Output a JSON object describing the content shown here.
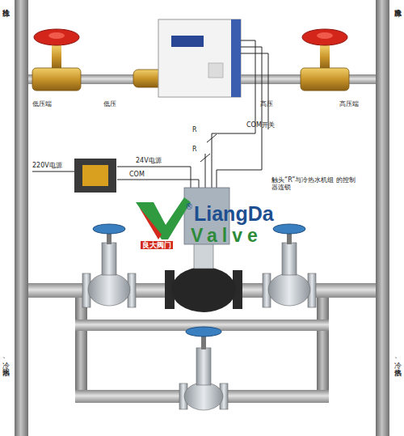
{
  "diagram": {
    "labels": [
      "往冷冻机",
      "来自冷冻机",
      "低压端",
      "低压",
      "高压",
      "高压端",
      "COM开关",
      "R",
      "R",
      "24V电源",
      "220V电源",
      "COM",
      "触头“R”与冷热水机组 的控制器连锁",
      "LiangDa",
      "Valve",
      "良大阀门",
      "®",
      "冷、热回水",
      "冷、热供水"
    ]
  }
}
